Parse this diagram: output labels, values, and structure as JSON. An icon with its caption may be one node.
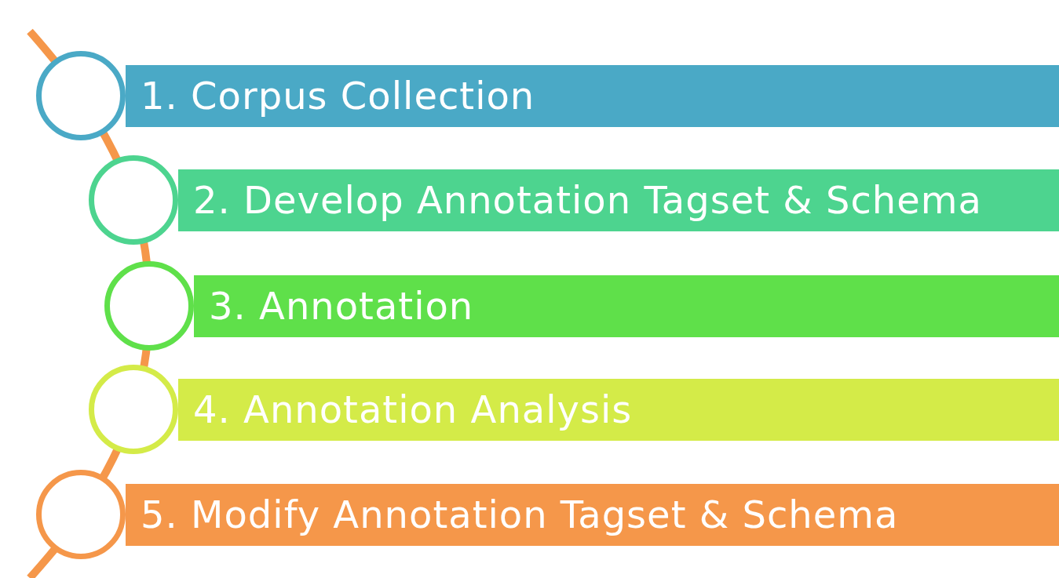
{
  "diagram": {
    "nodes": [
      {
        "text": [],
        "shape": "circle"
      },
      {
        "text": [
          "1. Corpus Collection"
        ]
      },
      {
        "text": [],
        "shape": "circle"
      },
      {
        "text": [
          "2. Develop Annotation Tagset & Schema"
        ]
      },
      {
        "text": [],
        "shape": "circle"
      },
      {
        "text": [
          "3. Annotation"
        ]
      },
      {
        "text": [],
        "shape": "circle"
      },
      {
        "text": [
          "4. Annotation Analysis"
        ]
      },
      {
        "text": [],
        "shape": "circle"
      },
      {
        "text": [
          "5. Modify Annotation Tagset & Schema"
        ]
      }
    ]
  }
}
